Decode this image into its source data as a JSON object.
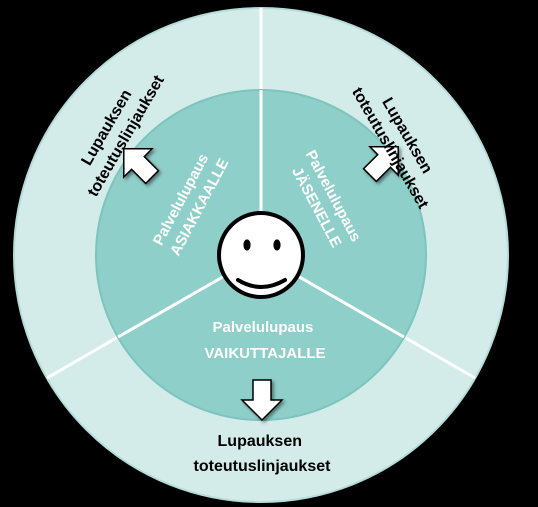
{
  "segments": {
    "left": {
      "inner_line1": "Palvelulupaus",
      "inner_line2": "ASIAKKAALLE",
      "outer_line1": "Lupauksen",
      "outer_line2": "toteutuslinjaukset"
    },
    "right": {
      "inner_line1": "Palvelulupaus",
      "inner_line2": "JÄSENELLE",
      "outer_line1": "Lupauksen",
      "outer_line2": "toteutuslinjaukset"
    },
    "bottom": {
      "inner_line1": "Palvelulupaus",
      "inner_line2": "VAIKUTTAJALLE",
      "outer_line1": "Lupauksen",
      "outer_line2": "toteutuslinjaukset"
    }
  },
  "center_icon": "smiley-face-icon",
  "arrow_icon": "block-arrow-icon",
  "colors": {
    "background": "#000000",
    "outer_ring": "#d3ecea",
    "outer_ring_edge": "#b5dcd8",
    "inner_circle": "#8fcfc9",
    "inner_circle_edge": "#7cc4bd",
    "divider": "#ffffff",
    "inner_text": "#ffffff",
    "outer_text": "#000000",
    "face_fill": "#ffffff",
    "face_stroke": "#000000"
  }
}
